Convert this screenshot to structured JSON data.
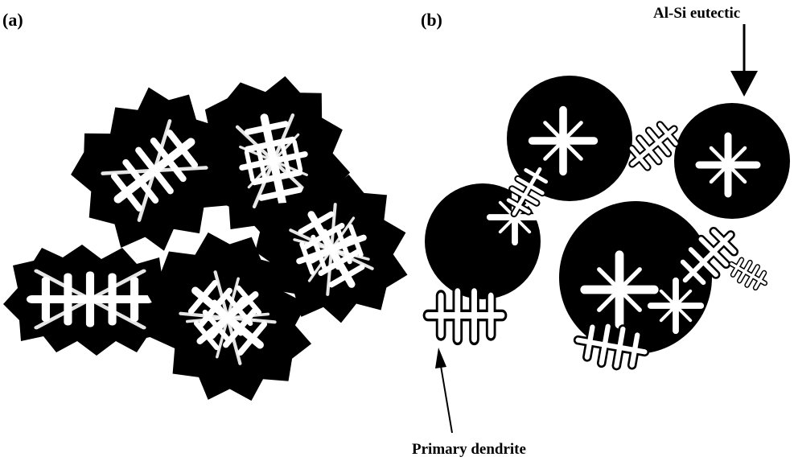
{
  "panels": {
    "a": {
      "label": "(a)"
    },
    "b": {
      "label": "(b)"
    }
  },
  "callouts": {
    "eutectic": "Al-Si eutectic",
    "dendrite": "Primary dendrite"
  },
  "colors": {
    "ink": "#000000",
    "paper": "#ffffff"
  }
}
